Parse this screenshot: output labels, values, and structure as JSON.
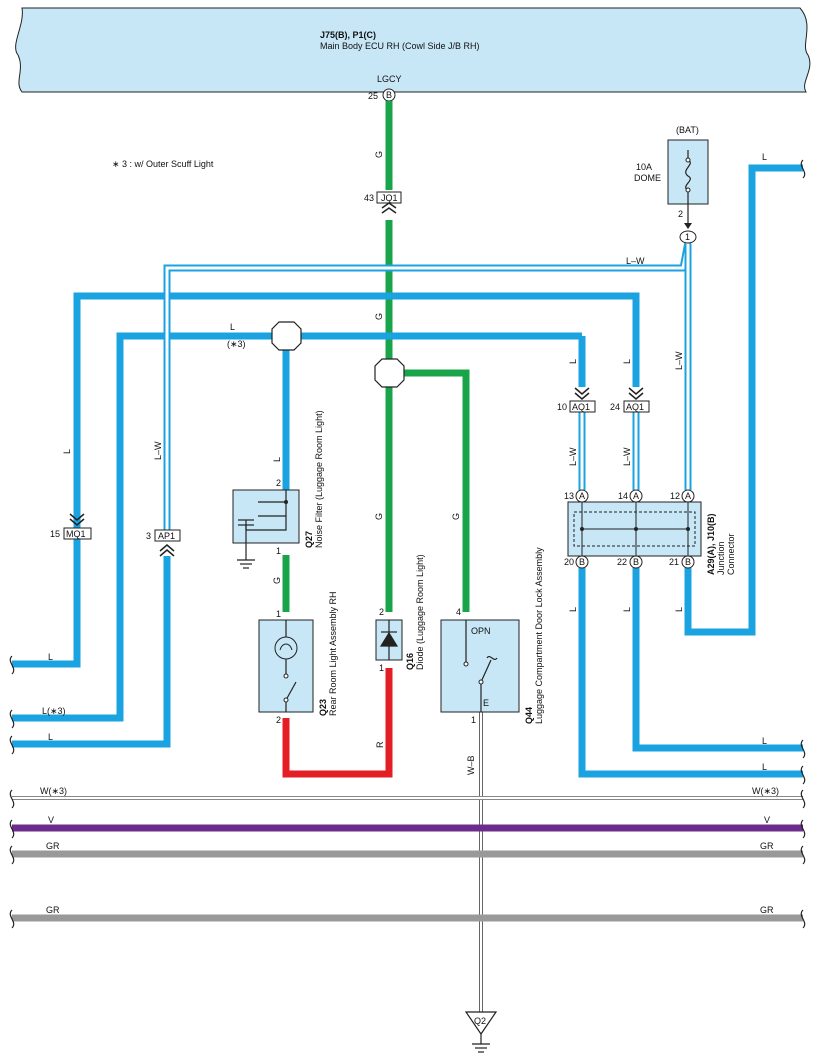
{
  "ecu": {
    "id": "J75(B), P1(C)",
    "name": "Main Body ECU RH (Cowl Side J/B RH)",
    "pin_label": "LGCY",
    "pin_no": "25",
    "pin_conn": "B"
  },
  "note": "∗ 3 : w/ Outer Scuff Light",
  "fuse": {
    "source": "(BAT)",
    "rating": "10A",
    "name": "DOME",
    "pin": "2",
    "joint": "1"
  },
  "connectors": {
    "jq1": {
      "id": "JQ1",
      "pin": "43"
    },
    "mq1": {
      "id": "MQ1",
      "pin": "15"
    },
    "ap1": {
      "id": "AP1",
      "pin": "3"
    },
    "aq1a": {
      "id": "AQ1",
      "pin": "10"
    },
    "aq1b": {
      "id": "AQ1",
      "pin": "24"
    }
  },
  "components": {
    "q27": {
      "code": "Q27",
      "name": "Noise Filter (Luggage Room Light)",
      "pin_top": "2",
      "pin_bottom": "1"
    },
    "q23": {
      "code": "Q23",
      "name": "Rear Room Light Assembly RH",
      "pin_top": "1",
      "pin_bottom": "2"
    },
    "q16": {
      "code": "Q16",
      "name": "Diode (Luggage Room Light)",
      "pin_top": "2",
      "pin_bottom": "1"
    },
    "q44": {
      "code": "Q44",
      "name": "Luggage Compartment Door Lock Assembly",
      "pin_top": "4",
      "pin_bottom": "1",
      "label_opn": "OPN",
      "label_e": "E"
    },
    "jc": {
      "code": "A29(A), J10(B)",
      "name1": "Junction",
      "name2": "Connector",
      "top_pins": [
        "13",
        "14",
        "12"
      ],
      "top_conns": [
        "A",
        "A",
        "A"
      ],
      "bottom_pins": [
        "20",
        "22",
        "21"
      ],
      "bottom_conns": [
        "B",
        "B",
        "B"
      ]
    },
    "q2": {
      "code": "Q2"
    }
  },
  "wires": {
    "g": "G",
    "l": "L",
    "lw": "L–W",
    "r": "R",
    "wb": "W–B",
    "l3": "L(∗3)",
    "w3": "W(∗3)",
    "v": "V",
    "gr": "GR",
    "star3": "(∗3)"
  },
  "colors": {
    "blue": "#1aa3e0",
    "green": "#1aa44a",
    "red": "#e31e25",
    "purple": "#6b2c8c",
    "gray": "#999999",
    "panel": "#c7e7f7"
  }
}
